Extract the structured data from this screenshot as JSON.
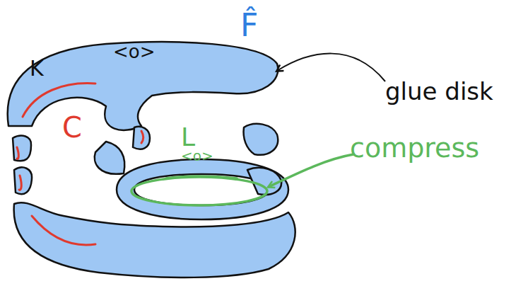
{
  "diagram": {
    "labels": [
      "K",
      "<o>",
      "F̂",
      "glue disk",
      "C",
      "L",
      "<o>",
      "compress"
    ]
  }
}
